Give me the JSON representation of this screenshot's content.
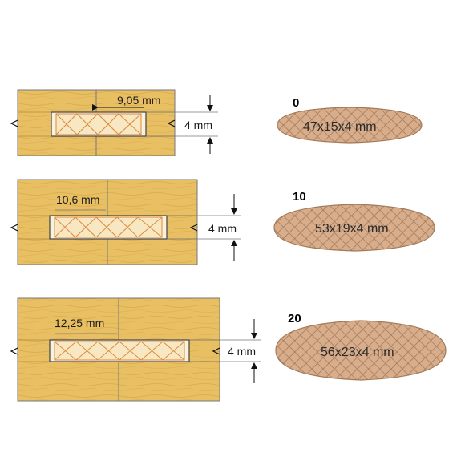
{
  "colors": {
    "wood": "#e8bf62",
    "wood_grain": "#c99a38",
    "slot": "#f8f1de",
    "cross": "#e08a3a",
    "biscuit": "#d8ad8c",
    "biscuit_dark": "#b98b68",
    "line": "#555555"
  },
  "joints": [
    {
      "id": "0",
      "width_label": "9,05 mm",
      "depth_label": "4 mm"
    },
    {
      "id": "10",
      "width_label": "10,6 mm",
      "depth_label": "4 mm"
    },
    {
      "id": "20",
      "width_label": "12,25 mm",
      "depth_label": "4 mm"
    }
  ],
  "biscuits": [
    {
      "number": "0",
      "size_label": "47x15x4 mm"
    },
    {
      "number": "10",
      "size_label": "53x19x4 mm"
    },
    {
      "number": "20",
      "size_label": "56x23x4 mm"
    }
  ]
}
